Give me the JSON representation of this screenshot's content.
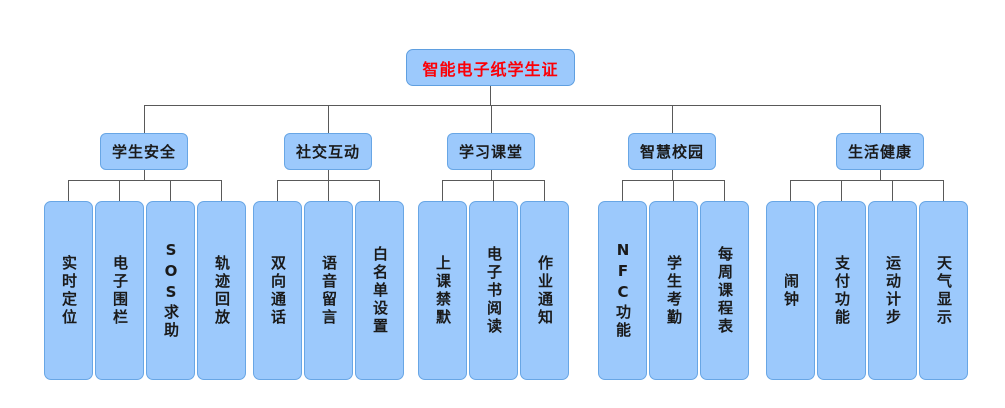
{
  "diagram": {
    "title": "智能电子纸学生证",
    "colors": {
      "node_fill": "#9cc9fc",
      "node_border": "#68a6e5",
      "root_text": "#fb0007",
      "node_text": "#1a1a1a",
      "connector": "#595959",
      "background": "#ffffff"
    },
    "root": {
      "label": "智能电子纸学生证"
    },
    "branches": [
      {
        "label": "学生安全",
        "leaves": [
          {
            "label": "实时定位"
          },
          {
            "label": "电子围栏"
          },
          {
            "label": "SOS求助"
          },
          {
            "label": "轨迹回放"
          }
        ]
      },
      {
        "label": "社交互动",
        "leaves": [
          {
            "label": "双向通话"
          },
          {
            "label": "语音留言"
          },
          {
            "label": "白名单设置"
          }
        ]
      },
      {
        "label": "学习课堂",
        "leaves": [
          {
            "label": "上课禁默"
          },
          {
            "label": "电子书阅读"
          },
          {
            "label": "作业通知"
          }
        ]
      },
      {
        "label": "智慧校园",
        "leaves": [
          {
            "label": "NFC功能"
          },
          {
            "label": "学生考勤"
          },
          {
            "label": "每周课程表"
          }
        ]
      },
      {
        "label": "生活健康",
        "leaves": [
          {
            "label": "闹钟"
          },
          {
            "label": "支付功能"
          },
          {
            "label": "运动计步"
          },
          {
            "label": "天气显示"
          }
        ]
      }
    ]
  }
}
